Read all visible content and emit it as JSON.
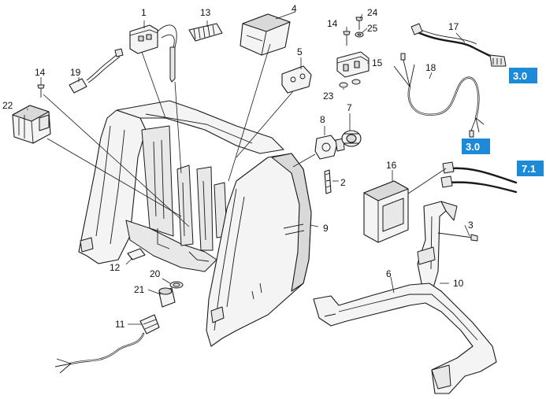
{
  "callouts": [
    {
      "id": "c1",
      "label": "1"
    },
    {
      "id": "c2",
      "label": "2"
    },
    {
      "id": "c3",
      "label": "3"
    },
    {
      "id": "c4",
      "label": "4"
    },
    {
      "id": "c5",
      "label": "5"
    },
    {
      "id": "c6",
      "label": "6"
    },
    {
      "id": "c7",
      "label": "7"
    },
    {
      "id": "c8",
      "label": "8"
    },
    {
      "id": "c9",
      "label": "9"
    },
    {
      "id": "c10",
      "label": "10"
    },
    {
      "id": "c11",
      "label": "11"
    },
    {
      "id": "c12",
      "label": "12"
    },
    {
      "id": "c13",
      "label": "13"
    },
    {
      "id": "c14a",
      "label": "14"
    },
    {
      "id": "c14b",
      "label": "14"
    },
    {
      "id": "c15",
      "label": "15"
    },
    {
      "id": "c16",
      "label": "16"
    },
    {
      "id": "c17",
      "label": "17"
    },
    {
      "id": "c18",
      "label": "18"
    },
    {
      "id": "c19",
      "label": "19"
    },
    {
      "id": "c20",
      "label": "20"
    },
    {
      "id": "c21",
      "label": "21"
    },
    {
      "id": "c22",
      "label": "22"
    },
    {
      "id": "c23",
      "label": "23"
    },
    {
      "id": "c24",
      "label": "24"
    },
    {
      "id": "c25",
      "label": "25"
    }
  ],
  "references": [
    {
      "id": "ref-a",
      "label": "3.0"
    },
    {
      "id": "ref-b",
      "label": "3.0"
    },
    {
      "id": "ref-c",
      "label": "7.1"
    }
  ],
  "colors": {
    "reference_box": "#1c8ad6",
    "line": "#1a1a1a"
  }
}
